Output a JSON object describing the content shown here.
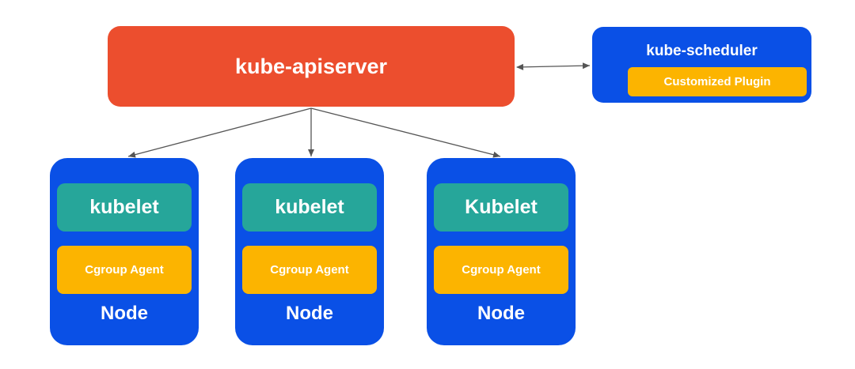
{
  "apiserver": {
    "label": "kube-apiserver"
  },
  "scheduler": {
    "label": "kube-scheduler",
    "plugin_label": "Customized Plugin"
  },
  "nodes": [
    {
      "agent_label": "kubelet",
      "cgroup_label": "Cgroup Agent",
      "node_label": "Node"
    },
    {
      "agent_label": "kubelet",
      "cgroup_label": "Cgroup Agent",
      "node_label": "Node"
    },
    {
      "agent_label": "Kubelet",
      "cgroup_label": "Cgroup Agent",
      "node_label": "Node"
    }
  ],
  "colors": {
    "apiserver": "#ec4e2e",
    "scheduler": "#0a50e6",
    "node": "#0a50e6",
    "kubelet": "#26a69a",
    "agent": "#fcb400",
    "edge": "#555555"
  },
  "edges": [
    {
      "from": "apiserver",
      "to": "scheduler",
      "direction": "both"
    },
    {
      "from": "apiserver",
      "to": "node-1",
      "direction": "forward"
    },
    {
      "from": "apiserver",
      "to": "node-2",
      "direction": "forward"
    },
    {
      "from": "apiserver",
      "to": "node-3",
      "direction": "forward"
    }
  ]
}
